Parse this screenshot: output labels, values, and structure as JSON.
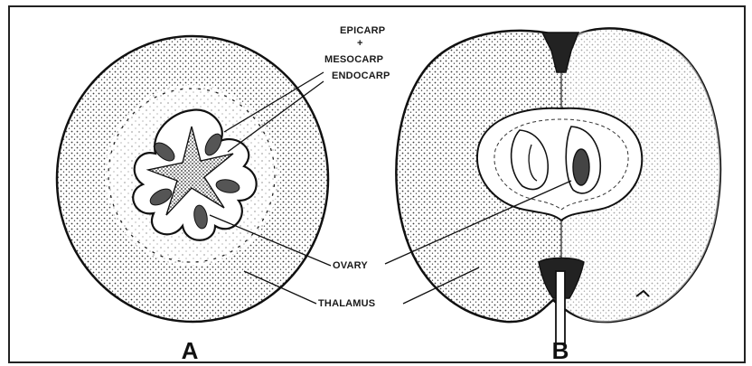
{
  "labels": {
    "epicarp": "EPICARP",
    "plus": "+",
    "mesocarp": "MESOCARP",
    "endocarp": "ENDOCARP",
    "ovary": "OVARY",
    "thalamus": "THALAMUS"
  },
  "panels": {
    "a": "A",
    "b": "B"
  },
  "colors": {
    "ink": "#1a1a1a",
    "paper": "#ffffff",
    "stipple": "#3a3a3a"
  }
}
